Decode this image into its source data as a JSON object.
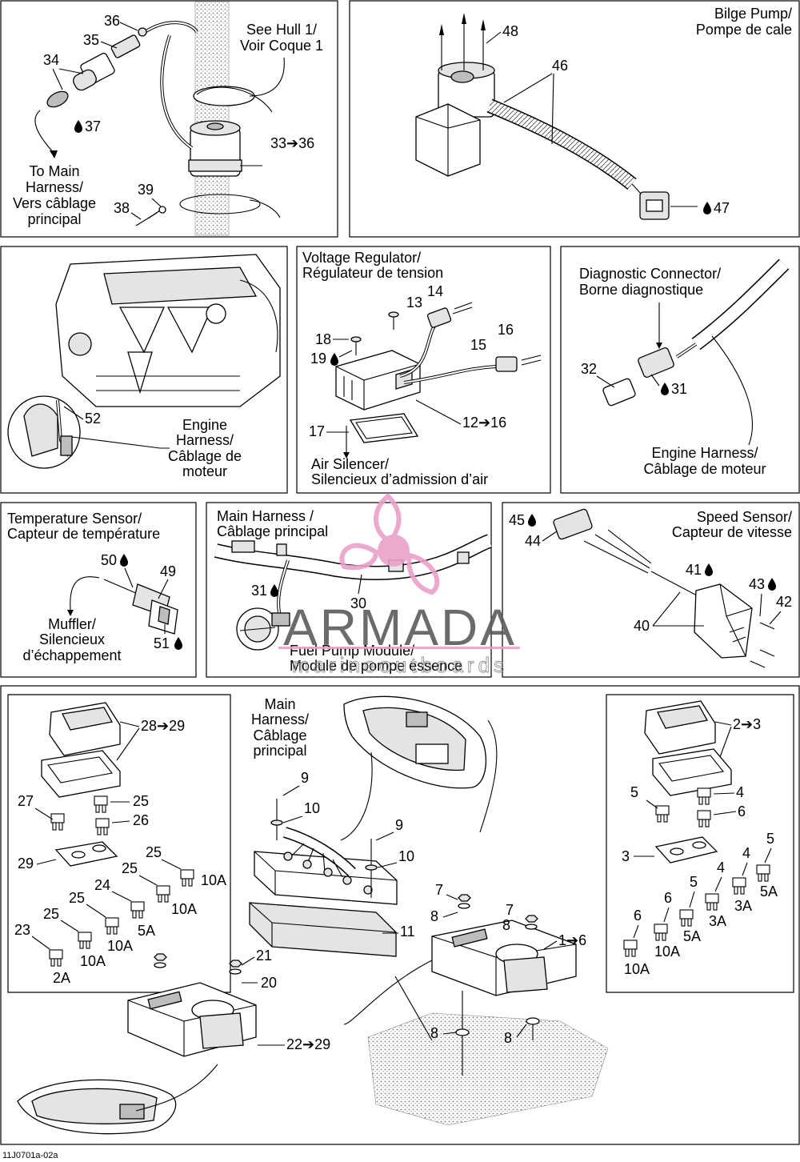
{
  "panels": {
    "hull": {
      "caption": [
        "See Hull 1/",
        "Voir Coque 1"
      ],
      "main_harness": [
        "To Main",
        "Harness/",
        "Vers câblage",
        "principal"
      ],
      "callouts": {
        "p34": "34",
        "p35": "35",
        "p36": "36",
        "p37": "37",
        "p38": "38",
        "p39": "39",
        "p33_36": "33➔36"
      }
    },
    "bilge": {
      "caption": [
        "Bilge Pump/",
        "Pompe de cale"
      ],
      "callouts": {
        "p46": "46",
        "p47": "47",
        "p48": "48"
      }
    },
    "engine": {
      "caption": [
        "Engine",
        "Harness/",
        "Câblage de",
        "moteur"
      ],
      "callouts": {
        "p52": "52"
      }
    },
    "regulator": {
      "caption": [
        "Voltage Regulator/",
        "Régulateur de tension"
      ],
      "air_silencer": [
        "Air Silencer/",
        "Silencieux d’admission d’air"
      ],
      "callouts": {
        "p12_16": "12➔16",
        "p13": "13",
        "p14": "14",
        "p15": "15",
        "p16": "16",
        "p17": "17",
        "p18": "18",
        "p19": "19"
      }
    },
    "diagnostic": {
      "caption": [
        "Diagnostic Connector/",
        "Borne diagnostique"
      ],
      "engine_harness": [
        "Engine Harness/",
        "Câblage de moteur"
      ],
      "callouts": {
        "p31": "31",
        "p32": "32"
      }
    },
    "temperature": {
      "caption": [
        "Temperature Sensor/",
        "Capteur de température"
      ],
      "muffler": [
        "Muffler/",
        "Silencieux",
        "d’échappement"
      ],
      "callouts": {
        "p49": "49",
        "p50": "50",
        "p51": "51"
      }
    },
    "main_harness": {
      "caption": [
        "Main Harness /",
        "Câblage principal"
      ],
      "fuel_pump": [
        "Fuel Pump Module/",
        "Module de pompe essence"
      ],
      "callouts": {
        "p30": "30",
        "p31": "31"
      }
    },
    "speed": {
      "caption": [
        "Speed Sensor/",
        "Capteur de vitesse"
      ],
      "callouts": {
        "p40": "40",
        "p41": "41",
        "p42": "42",
        "p43": "43",
        "p44": "44",
        "p45": "45"
      }
    },
    "fuses": {
      "main_harness": [
        "Main",
        "Harness/",
        "Câblage",
        "principal"
      ],
      "left_callouts": {
        "p28_29": "28➔29",
        "p27": "27",
        "p25a": "25",
        "p26": "26",
        "p29": "29",
        "p25b": "25",
        "p25c": "25",
        "p24": "24",
        "p25d": "25",
        "p23": "23",
        "p25e": "25"
      },
      "left_ratings": {
        "r10a_1": "10A",
        "r10a_2": "10A",
        "r5a": "5A",
        "r10a_3": "10A",
        "r10a_4": "10A",
        "r2a": "2A"
      },
      "center_callouts": {
        "p9a": "9",
        "p10a": "10",
        "p9b": "9",
        "p10b": "10",
        "p11": "11",
        "p7a": "7",
        "p8a": "8",
        "p7b": "7",
        "p8b": "8",
        "p1_6": "1➔6",
        "p8c": "8",
        "p8d": "8",
        "p21": "21",
        "p20": "20",
        "p22_29": "22➔29"
      },
      "right_callouts": {
        "p2_3": "2➔3",
        "p4a": "4",
        "p5a": "5",
        "p6a": "6",
        "p3": "3",
        "p5b": "5",
        "p4b": "4",
        "p4c": "4",
        "p5c": "5",
        "p6b": "6",
        "p6c": "6"
      },
      "right_ratings": {
        "r5a_1": "5A",
        "r3a_1": "3A",
        "r3a_2": "3A",
        "r5a_2": "5A",
        "r10a_1": "10A",
        "r10a_2": "10A"
      }
    }
  },
  "watermark": {
    "brand": "ARMADA",
    "subtitle": "marineoutboards"
  },
  "figure_code": "11J0701a-02a",
  "colors": {
    "line": "#000000",
    "watermark_pink": "#e9a0c9",
    "watermark_gray": "#5b5b5b"
  }
}
